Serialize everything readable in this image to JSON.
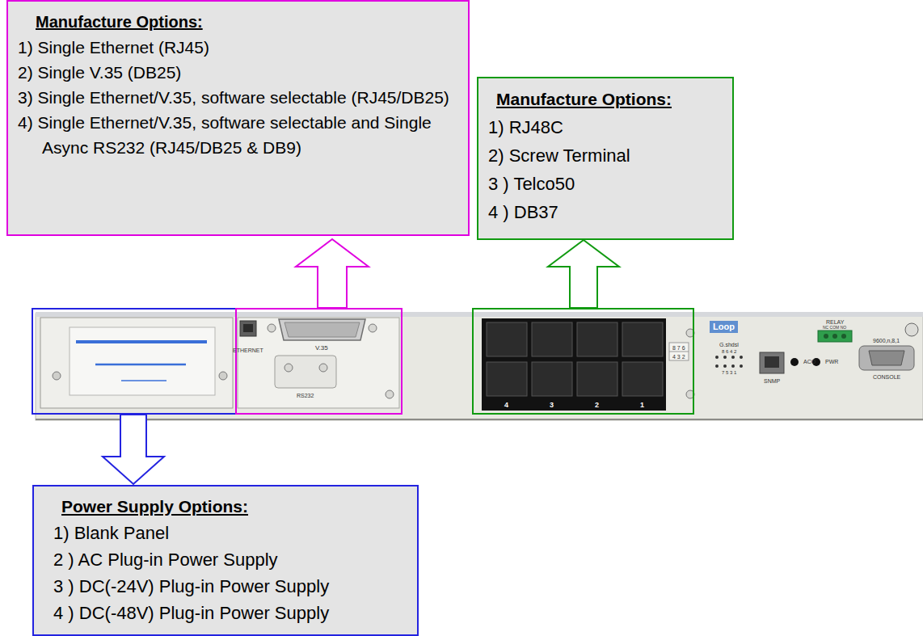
{
  "diagram": {
    "nodes": [
      {
        "text": [
          "Manufacture Options:",
          "1) Single Ethernet (RJ45)",
          "2) Single V.35 (DB25)",
          "3) Single Ethernet/V.35, software selectable (RJ45/DB25)",
          "4) Single Ethernet/V.35, software selectable and Single Async RS232 (RJ45/DB25 & DB9)"
        ]
      },
      {
        "text": [
          "Manufacture Options:",
          "1) RJ48C",
          "2) Screw Terminal",
          "3 ) Telco50",
          "4 ) DB37"
        ]
      },
      {
        "text": [
          "Power Supply Options:",
          "1)  Blank Panel",
          "2 ) AC Plug-in Power Supply",
          "3 ) DC(-24V) Plug-in Power Supply",
          "4 ) DC(-48V) Plug-in Power Supply"
        ]
      }
    ],
    "labels": [
      "ETHERNET",
      "V.35",
      "RS232",
      "4",
      "3",
      "2",
      "1",
      "8 7 6",
      "4 3 2",
      "Loop",
      "G.shdsl",
      "8 6 4 2",
      "7 5 3 1",
      "SNMP",
      "ACO",
      "PWR",
      "RELAY",
      "NC COM NO",
      "9600,n,8,1",
      "CONSOLE"
    ]
  }
}
